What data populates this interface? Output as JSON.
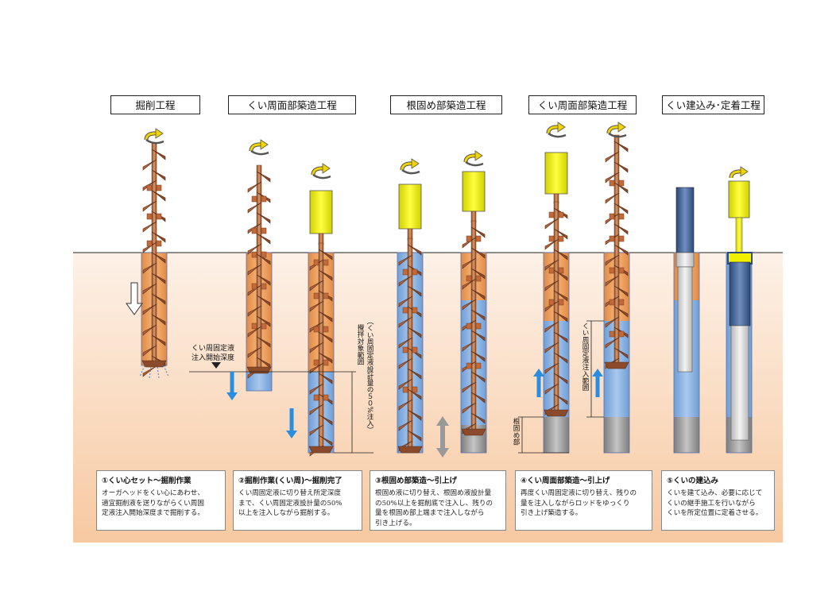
{
  "stages": [
    {
      "title": "掘削工程"
    },
    {
      "title": "くい周面部築造工程"
    },
    {
      "title": "根固め部築造工程"
    },
    {
      "title": "くい周面部築造工程"
    },
    {
      "title": "くい建込み･定着工程"
    }
  ],
  "annotations": {
    "injection_start": [
      "くい周固定液",
      "注入開始深度"
    ],
    "stir_range": [
      "攪拌対象範囲",
      "（くい周固定液設計量の５０%注入）"
    ],
    "root_part": "根固め部",
    "injection_range": "くい周固定液注入範囲"
  },
  "captions": [
    {
      "title": "①くい心セット～掘削作業",
      "lines": [
        "オーガヘッドをくい心にあわせ、",
        "適宜掘削液を送りながらくい周固",
        "定液注入開始深度まで掘削する。"
      ]
    },
    {
      "title": "②掘削作業(くい周)～掘削完了",
      "lines": [
        "くい周固定液に切り替え所定深度",
        "まで、くい周固定液設計量の50%",
        "以上を注入しながら掘削する。"
      ]
    },
    {
      "title": "③根固め部築造～引上げ",
      "lines": [
        "根固め液に切り替え、根固め液設計量",
        "の50%以上を掘削底で注入し、残りの",
        "量を根固め部上端まで注入しながら",
        "引き上げる。"
      ]
    },
    {
      "title": "④くい周面部築造～引上げ",
      "lines": [
        "再度くい周固定液に切り替え、残りの",
        "量を注入しながらロッドをゆっくり",
        "引き上げ築造する。"
      ]
    },
    {
      "title": "⑤くいの建込み",
      "lines": [
        "くいを建て込み、必要に応じて",
        "くいの継手施工を行いながら",
        "くいを所定位置に定着させる。"
      ]
    }
  ],
  "colors": {
    "soil_top": "#fdeee2",
    "soil_bottom": "#f6c9a0",
    "drilled_soil": "#f2a76a",
    "fixing_liquid": "#7aa7dc",
    "root_liquid": "#9a9a9a",
    "auger": "#a0522d",
    "motor": "#f0f000",
    "pile": "#3a5a8c",
    "arrow_blue": "#2a8ee0",
    "rotation_arrow": "#f0d000"
  },
  "icons": [
    "rotation-arrow-icon",
    "down-arrow-icon",
    "up-arrow-icon",
    "double-arrow-icon"
  ]
}
